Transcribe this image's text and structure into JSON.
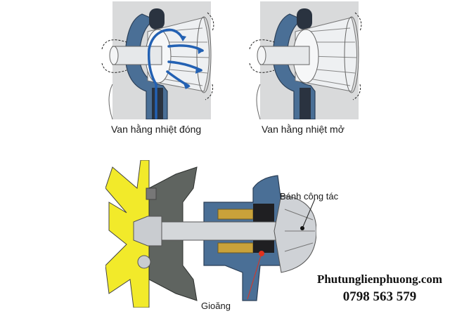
{
  "diagram": {
    "top_left": {
      "caption": "Van hằng nhiệt đóng"
    },
    "top_right": {
      "caption": "Van hằng nhiệt mở"
    },
    "bottom": {
      "labels": {
        "impeller": "Bánh công tác",
        "gasket": "Gioăng"
      }
    }
  },
  "watermark": {
    "website": "Phutunglienphuong.com",
    "phone": "0798 563 579"
  },
  "colors": {
    "housing_blue": "#4a6f96",
    "flow_arrow_blue": "#2361b3",
    "background_gray": "#d9dadb",
    "fan_yellow": "#f2ea2a",
    "pulley_gray": "#5f6460",
    "bearing_gold": "#c9a23a",
    "pointer_red": "#e0321e"
  }
}
